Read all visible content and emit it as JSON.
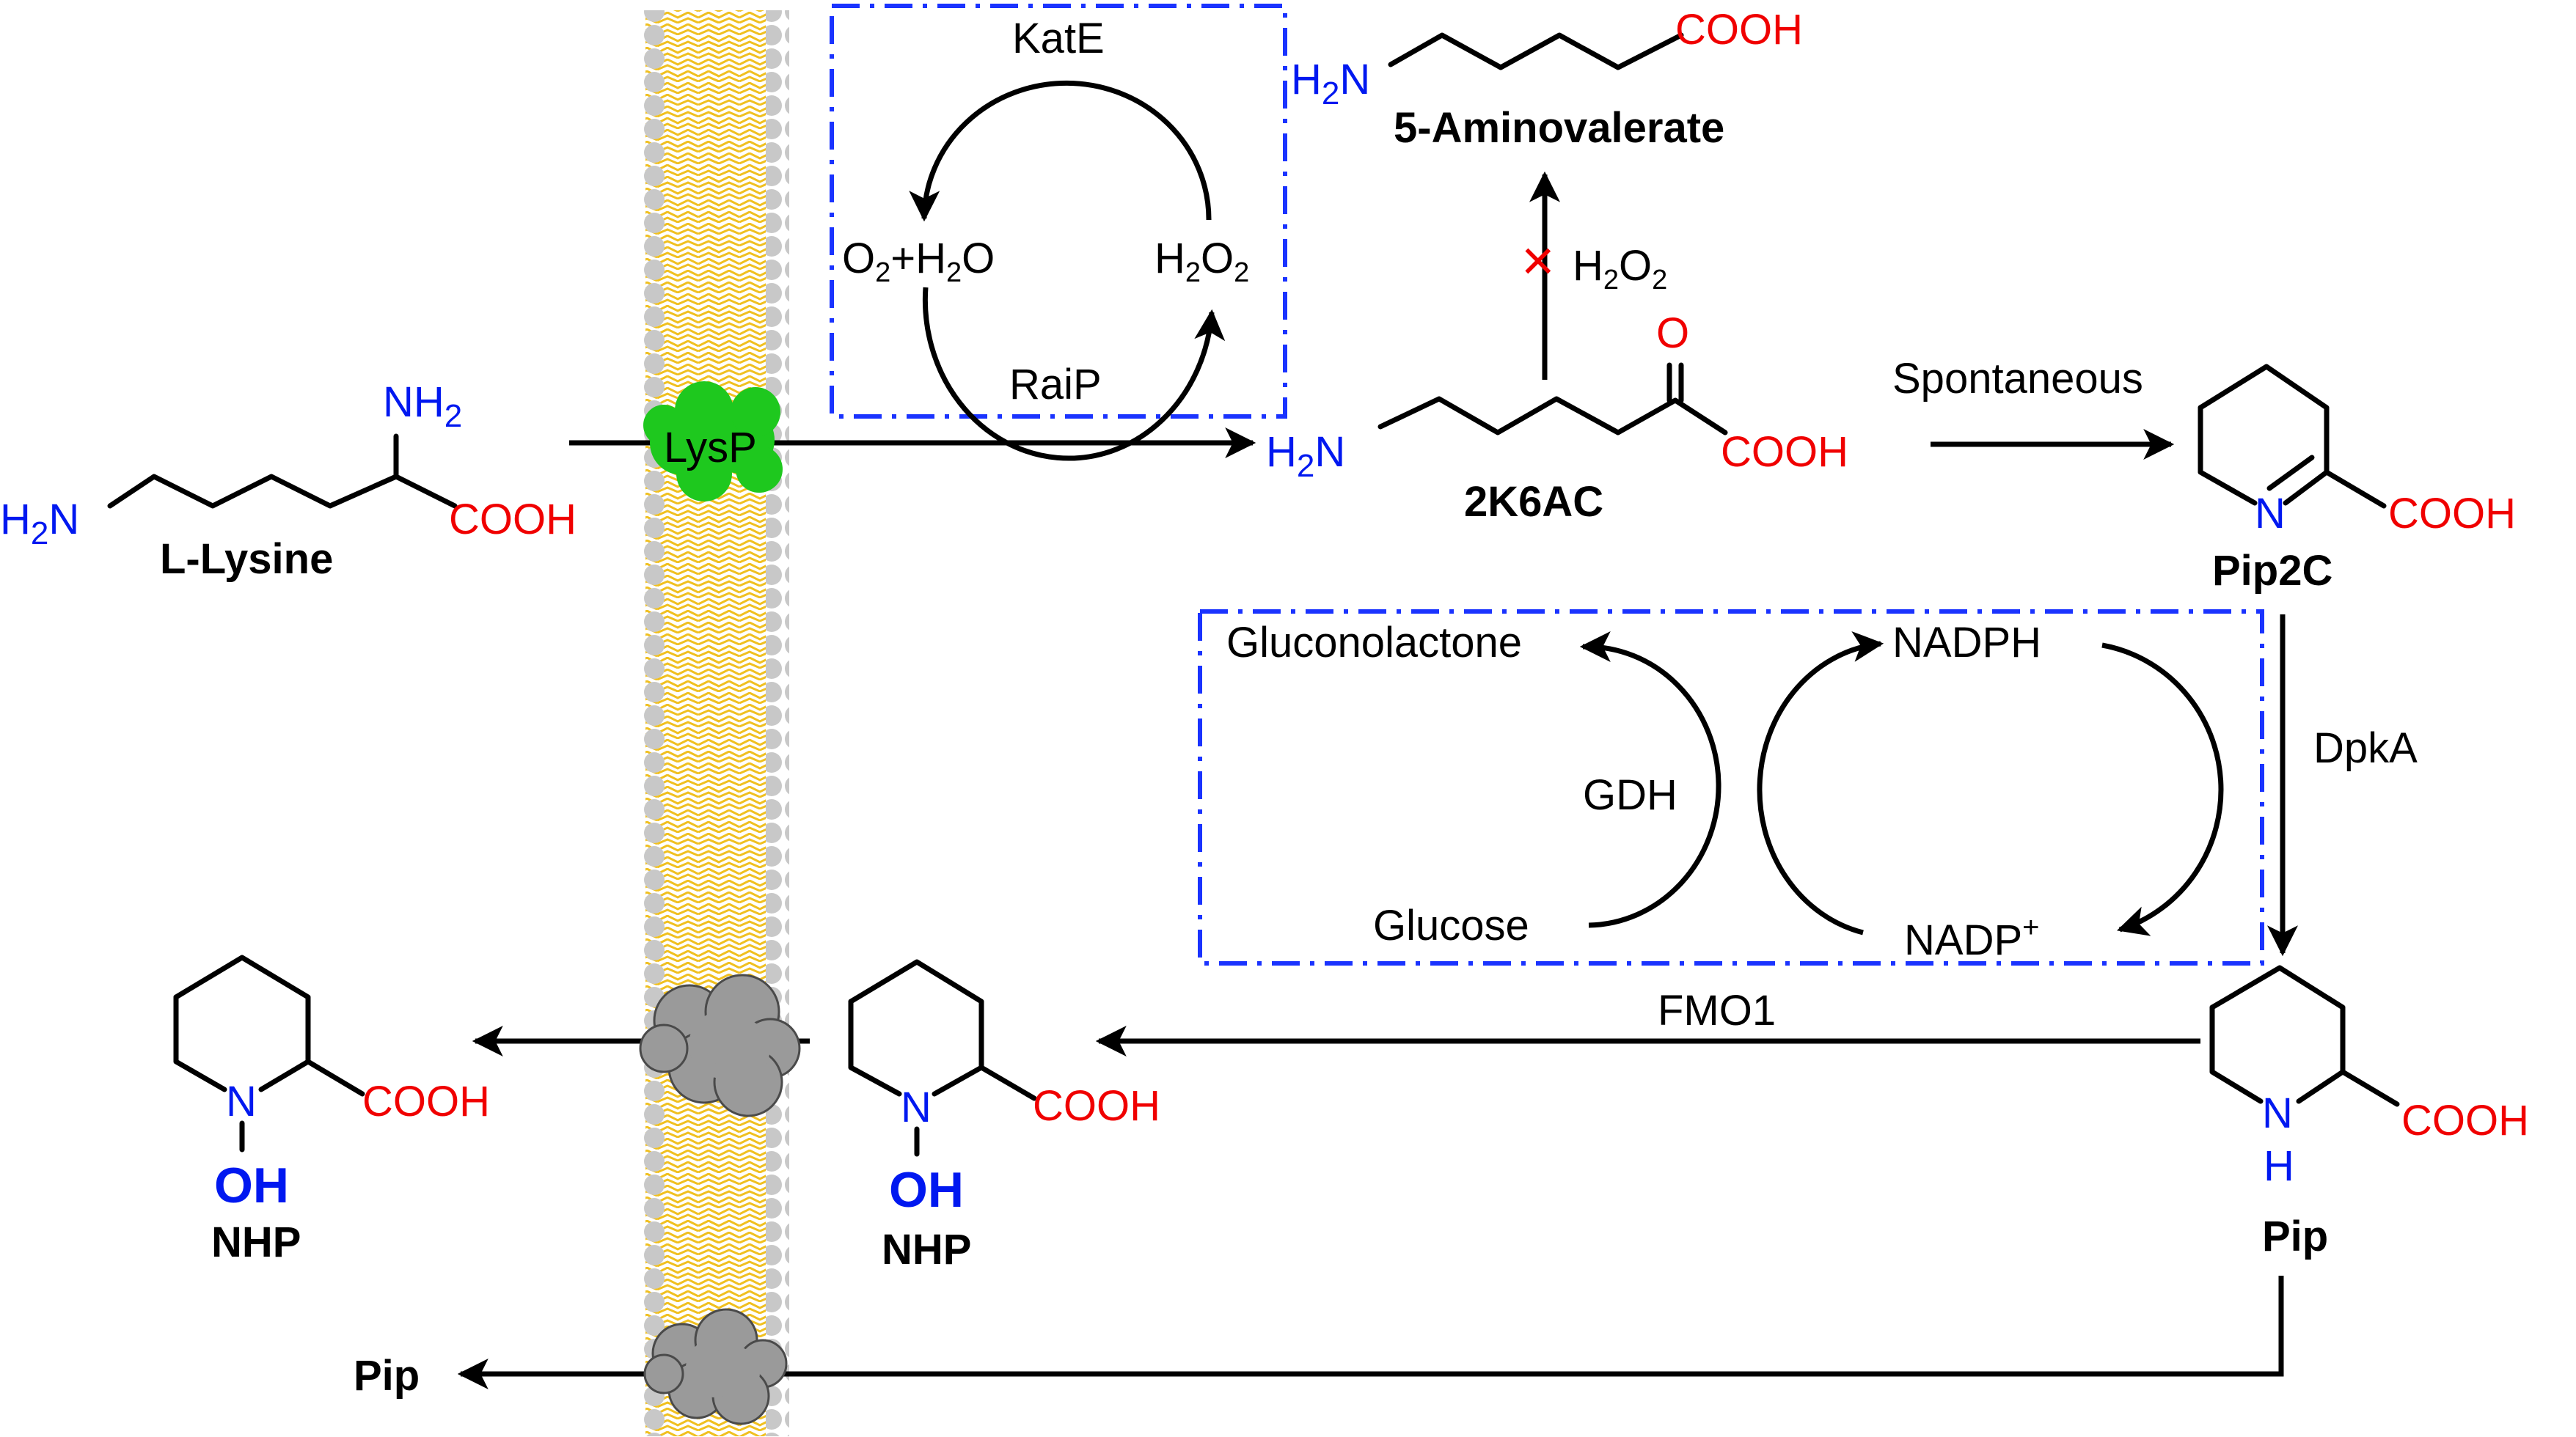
{
  "colors": {
    "nitrogen_blue": "#0018f0",
    "oxygen_red": "#f00000",
    "membrane_head_gray": "#c8c8c8",
    "membrane_tail_yellow": "#f0c020",
    "lysp_green": "#1ec81e",
    "transporter_gray": "#9a9a9a",
    "box_dash_blue": "#1a33ff"
  },
  "compounds": {
    "lysine": {
      "name": "L-Lysine",
      "nh2": "NH",
      "nh2_sub": "2",
      "h2n": "H",
      "h2n_sub": "2",
      "h2n_n": "N",
      "cooh": "COOH"
    },
    "k6ac": {
      "name": "2K6AC",
      "h2n": "H",
      "h2n_sub": "2",
      "h2n_n": "N",
      "o": "O",
      "cooh": "COOH"
    },
    "aminovalerate": {
      "name": "5-Aminovalerate",
      "h2n": "H",
      "h2n_sub": "2",
      "h2n_n": "N",
      "cooh": "COOH"
    },
    "pip2c": {
      "name": "Pip2C",
      "n": "N",
      "cooh": "COOH"
    },
    "pip": {
      "name": "Pip",
      "n": "N",
      "h": "H",
      "cooh": "COOH"
    },
    "nhp_in": {
      "name": "NHP",
      "n": "N",
      "oh": "OH",
      "cooh": "COOH"
    },
    "nhp_out": {
      "name": "NHP",
      "n": "N",
      "oh": "OH",
      "cooh": "COOH"
    },
    "pip_out": {
      "name": "Pip"
    }
  },
  "transporter": {
    "lysp": "LysP"
  },
  "enzymes": {
    "kate": "KatE",
    "raip": "RaiP",
    "spontaneous": "Spontaneous",
    "dpka": "DpkA",
    "gdh": "GDH",
    "fmo1": "FMO1"
  },
  "cofactors": {
    "o2h2o": {
      "o": "O",
      "o_sub": "2",
      "plus_h": "+H",
      "h_sub": "2",
      "o2": "O"
    },
    "h2o2_cycle": {
      "h": "H",
      "h_sub": "2",
      "o": "O",
      "o_sub": "2"
    },
    "h2o2_blocked": {
      "h": "H",
      "h_sub": "2",
      "o": "O",
      "o_sub": "2"
    },
    "blocked_mark": "×",
    "gluconolactone": "Gluconolactone",
    "glucose": "Glucose",
    "nadph": "NADPH",
    "nadp": "NADP",
    "nadp_sup": "+"
  }
}
